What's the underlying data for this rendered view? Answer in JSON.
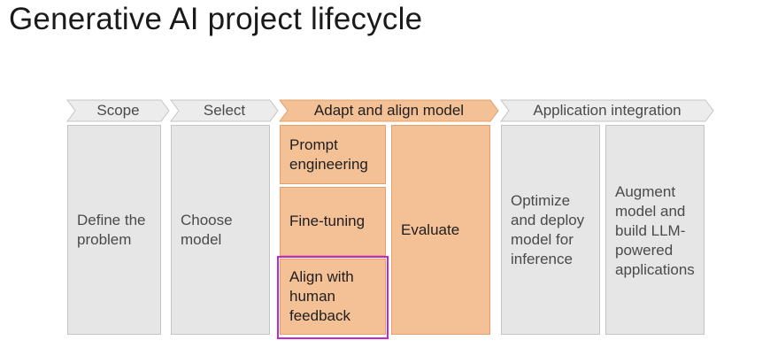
{
  "title": "Generative AI project lifecycle",
  "stages": {
    "scope": "Scope",
    "select": "Select",
    "adapt": "Adapt and align model",
    "integration": "Application integration"
  },
  "boxes": {
    "define": [
      "Define the",
      "problem"
    ],
    "choose": [
      "Choose",
      "model"
    ],
    "prompt": [
      "Prompt",
      "engineering"
    ],
    "finetune": [
      "Fine-tuning"
    ],
    "align": [
      "Align with",
      "human",
      "feedback"
    ],
    "evaluate": [
      "Evaluate"
    ],
    "optimize": [
      "Optimize",
      "and deploy",
      "model for",
      "inference"
    ],
    "augment": [
      "Augment",
      "model and",
      "build LLM-",
      "powered",
      "applications"
    ]
  },
  "colors": {
    "stage_gray_fill": "#ececec",
    "stage_gray_stroke": "#c4c4c4",
    "stage_orange_fill": "#f4c095",
    "stage_orange_stroke": "#e1a06c",
    "box_gray": "#e6e6e6",
    "box_orange": "#f4c095",
    "highlight": "#c526c5"
  }
}
